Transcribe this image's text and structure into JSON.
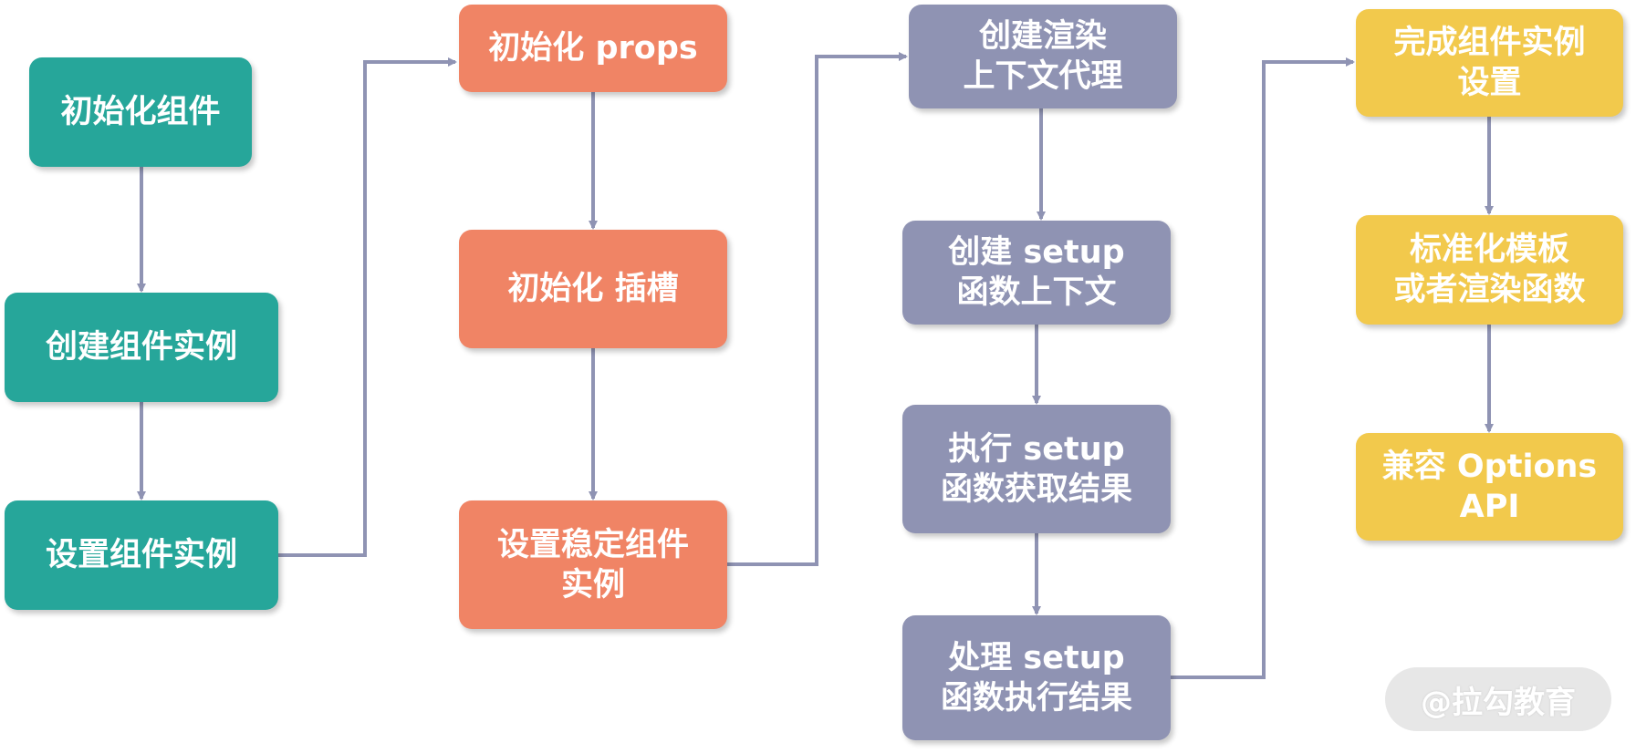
{
  "colors": {
    "teal": "#26a69a",
    "orange": "#f08465",
    "gray": "#8f93b3",
    "yellow": "#f2c94c",
    "connector": "#8f93b3"
  },
  "columns": [
    {
      "name": "component",
      "color": "teal",
      "steps": [
        {
          "label": "初始化组件"
        },
        {
          "label": "创建组件实例"
        },
        {
          "label": "设置组件实例"
        }
      ]
    },
    {
      "name": "props-slots",
      "color": "orange",
      "steps": [
        {
          "label": "初始化 props"
        },
        {
          "label": "初始化 插槽"
        },
        {
          "label": "设置稳定组件\n实例"
        }
      ]
    },
    {
      "name": "setup",
      "color": "gray",
      "steps": [
        {
          "label": "创建渲染\n上下文代理"
        },
        {
          "label": "创建 setup\n函数上下文"
        },
        {
          "label": "执行 setup\n函数获取结果"
        },
        {
          "label": "处理 setup\n函数执行结果"
        }
      ]
    },
    {
      "name": "finish",
      "color": "yellow",
      "steps": [
        {
          "label": "完成组件实例\n设置"
        },
        {
          "label": "标准化模板\n或者渲染函数"
        },
        {
          "label": "兼容 Options\nAPI"
        }
      ]
    }
  ],
  "watermark": "@拉勾教育"
}
